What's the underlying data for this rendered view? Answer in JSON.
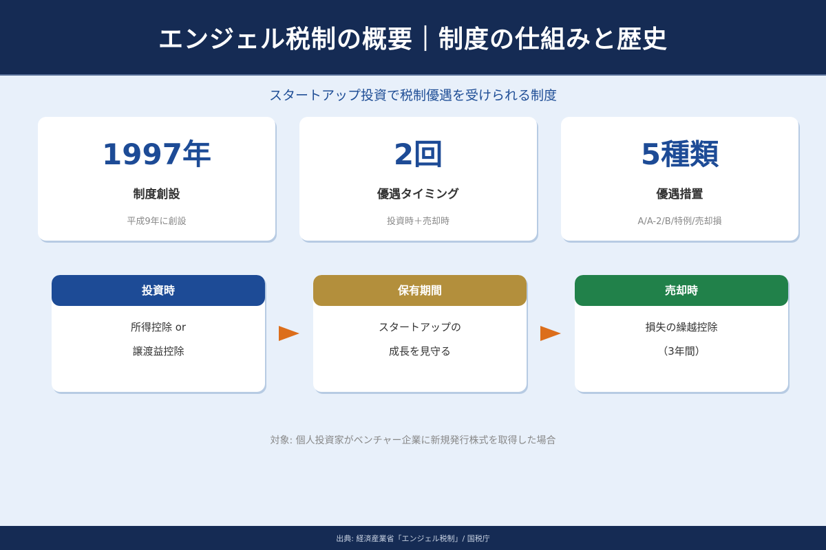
{
  "header": {
    "title": "エンジェル税制の概要｜制度の仕組みと歴史"
  },
  "subtitle": "スタートアップ投資で税制優遇を受けられる制度",
  "stats": [
    {
      "value": "1997年",
      "label": "制度創設",
      "desc": "平成9年に創設"
    },
    {
      "value": "2回",
      "label": "優遇タイミング",
      "desc": "投資時＋売却時"
    },
    {
      "value": "5種類",
      "label": "優遇措置",
      "desc": "A/A-2/B/特例/売却損"
    }
  ],
  "flow": [
    {
      "title": "投資時",
      "color": "#1d4b96",
      "lines": [
        "所得控除 or",
        "譲渡益控除"
      ]
    },
    {
      "title": "保有期間",
      "color": "#b38f3c",
      "lines": [
        "スタートアップの",
        "成長を見守る"
      ]
    },
    {
      "title": "売却時",
      "color": "#21814a",
      "lines": [
        "損失の繰越控除",
        "（3年間）"
      ]
    }
  ],
  "arrow_icon": "arrow-right-icon",
  "arrow_color": "#dc6e1b",
  "note": "対象: 個人投資家がベンチャー企業に新規発行株式を取得した場合",
  "footer": {
    "source": "出典: 経済産業省「エンジェル税制」/ 国税庁"
  },
  "colors": {
    "header_bg": "#152b54",
    "page_bg": "#e8f0fa",
    "accent_blue": "#1d4b96"
  }
}
